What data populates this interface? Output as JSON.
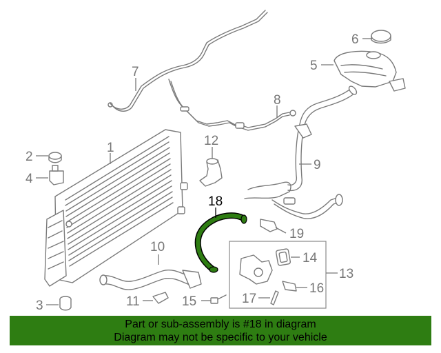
{
  "callouts": {
    "c1": "1",
    "c2": "2",
    "c3": "3",
    "c4": "4",
    "c5": "5",
    "c6": "6",
    "c7": "7",
    "c8": "8",
    "c9": "9",
    "c10": "10",
    "c11": "11",
    "c12": "12",
    "c13": "13",
    "c14": "14",
    "c15": "15",
    "c16": "16",
    "c17": "17",
    "c18": "18",
    "c19": "19"
  },
  "highlight": {
    "part": "18",
    "color": "#2e7d12"
  },
  "banner": {
    "line1": "Part or sub-assembly is #18 in diagram",
    "line2": "Diagram may not be specific to your vehicle",
    "color": "#2e7d12"
  }
}
